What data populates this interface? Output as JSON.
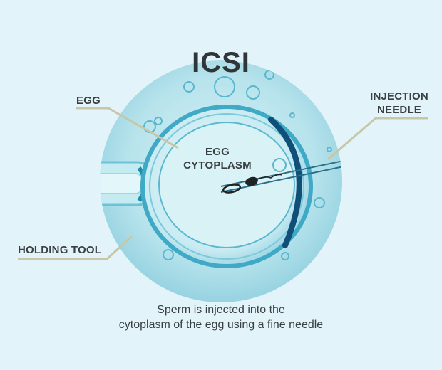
{
  "diagram": {
    "title": "ICSI",
    "labels": {
      "egg": "EGG",
      "injection_needle_line1": "INJECTION",
      "injection_needle_line2": "NEEDLE",
      "egg_cytoplasm_line1": "EGG",
      "egg_cytoplasm_line2": "CYTOPLASM",
      "holding_tool": "HOLDING TOOL"
    },
    "caption": {
      "line1": "Sperm is injected into the",
      "line2": "cytoplasm of the egg using a fine needle"
    },
    "colors": {
      "background": "#e2f4f9",
      "dish": "#a9dde8",
      "egg_rim": "#2a8fb0",
      "egg_dark_edge": "#0d4f7a",
      "leader_line": "#c8c6a6",
      "text": "#3a3f42"
    }
  }
}
